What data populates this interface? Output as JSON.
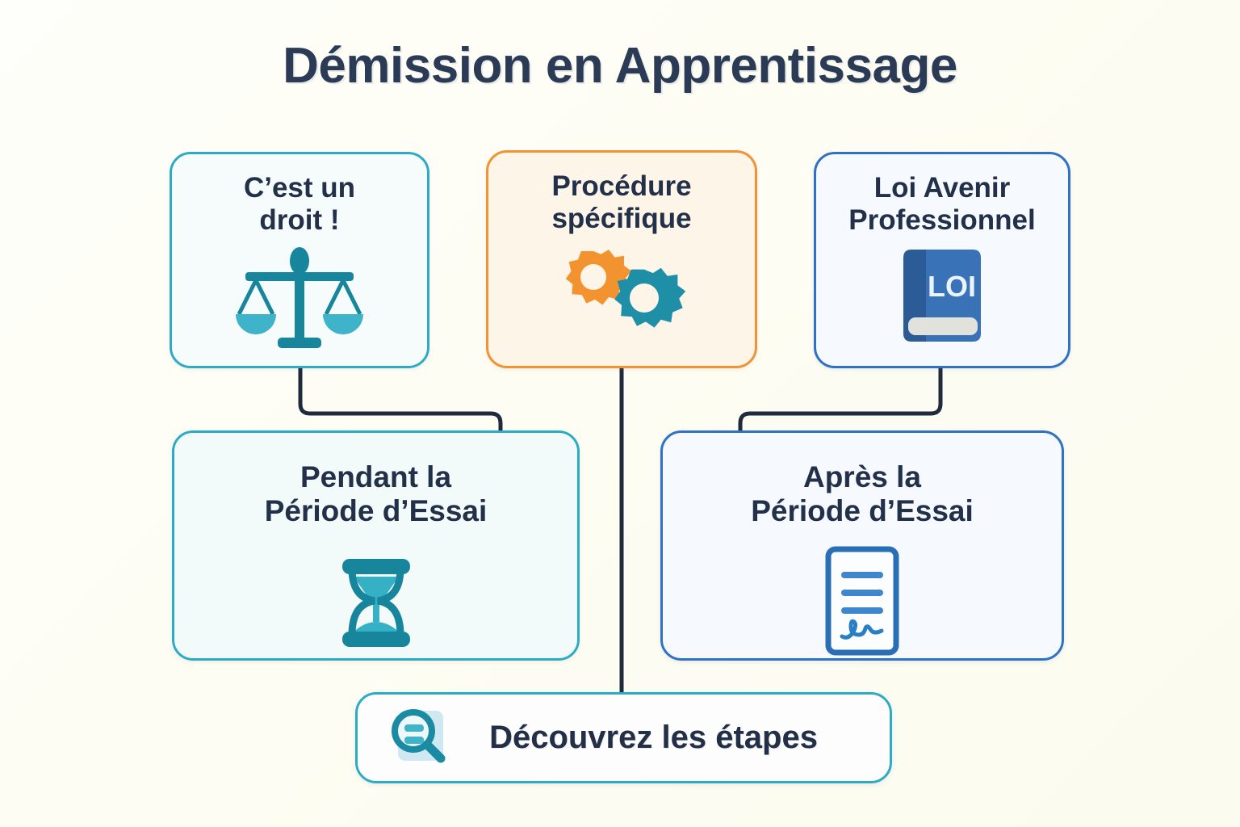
{
  "page": {
    "title": "Démission en Apprentissage",
    "background_color": "#fdfdf4",
    "title_color": "#2b3a55"
  },
  "cards": {
    "droit": {
      "label": "C’est un\ndroit !",
      "icon": "scales-of-justice-icon",
      "border_color": "#2eabc4",
      "background_color": "#f6fcfb"
    },
    "procedure": {
      "label": "Procédure\nspécifique",
      "icon": "gears-icon",
      "border_color": "#f29235",
      "background_color": "#fef5e9"
    },
    "loi": {
      "label": "Loi Avenir\nProfessionnel",
      "icon": "law-book-icon",
      "icon_text": "LOI",
      "border_color": "#2f71c4",
      "background_color": "#f6faff"
    },
    "pendant": {
      "label": "Pendant la\nPériode d’Essai",
      "icon": "hourglass-icon",
      "border_color": "#2eabc4",
      "background_color": "#f2fbf9"
    },
    "apres": {
      "label": "Après la\nPériode d’Essai",
      "icon": "signed-document-icon",
      "border_color": "#2f71c4",
      "background_color": "#f6faff"
    }
  },
  "cta": {
    "label": "Découvrez les étapes",
    "icon": "magnifier-document-icon",
    "border_color": "#2eabc4"
  },
  "connectors": {
    "color": "#1f2a3d"
  }
}
